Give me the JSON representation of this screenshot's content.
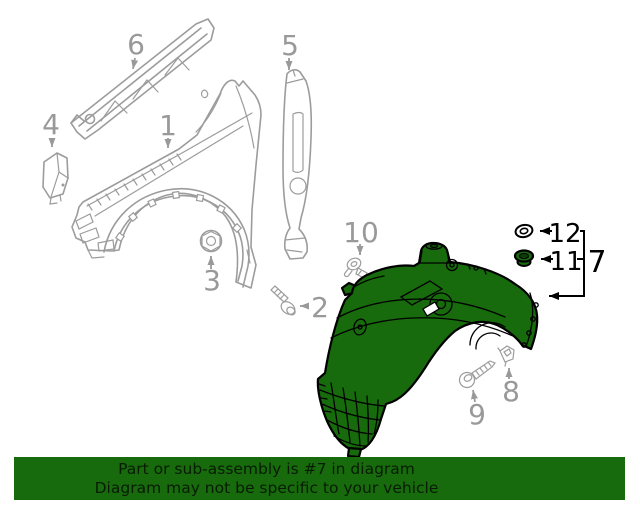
{
  "diagram": {
    "callouts": {
      "c1": {
        "label": "1"
      },
      "c2": {
        "label": "2"
      },
      "c3": {
        "label": "3"
      },
      "c4": {
        "label": "4"
      },
      "c5": {
        "label": "5"
      },
      "c6": {
        "label": "6"
      },
      "c7": {
        "label": "7"
      },
      "c8": {
        "label": "8"
      },
      "c9": {
        "label": "9"
      },
      "c10": {
        "label": "10"
      },
      "c11": {
        "label": "11"
      },
      "c12": {
        "label": "12"
      }
    },
    "colors": {
      "line_gray": "#9C9C9C",
      "label_gray": "#999999",
      "label_black": "#000000",
      "highlight_green": "#176B0C",
      "banner_text": "#081C03"
    }
  },
  "banner": {
    "line1": "Part or sub-assembly is #7 in diagram",
    "line2": "Diagram may not be specific to your vehicle"
  }
}
